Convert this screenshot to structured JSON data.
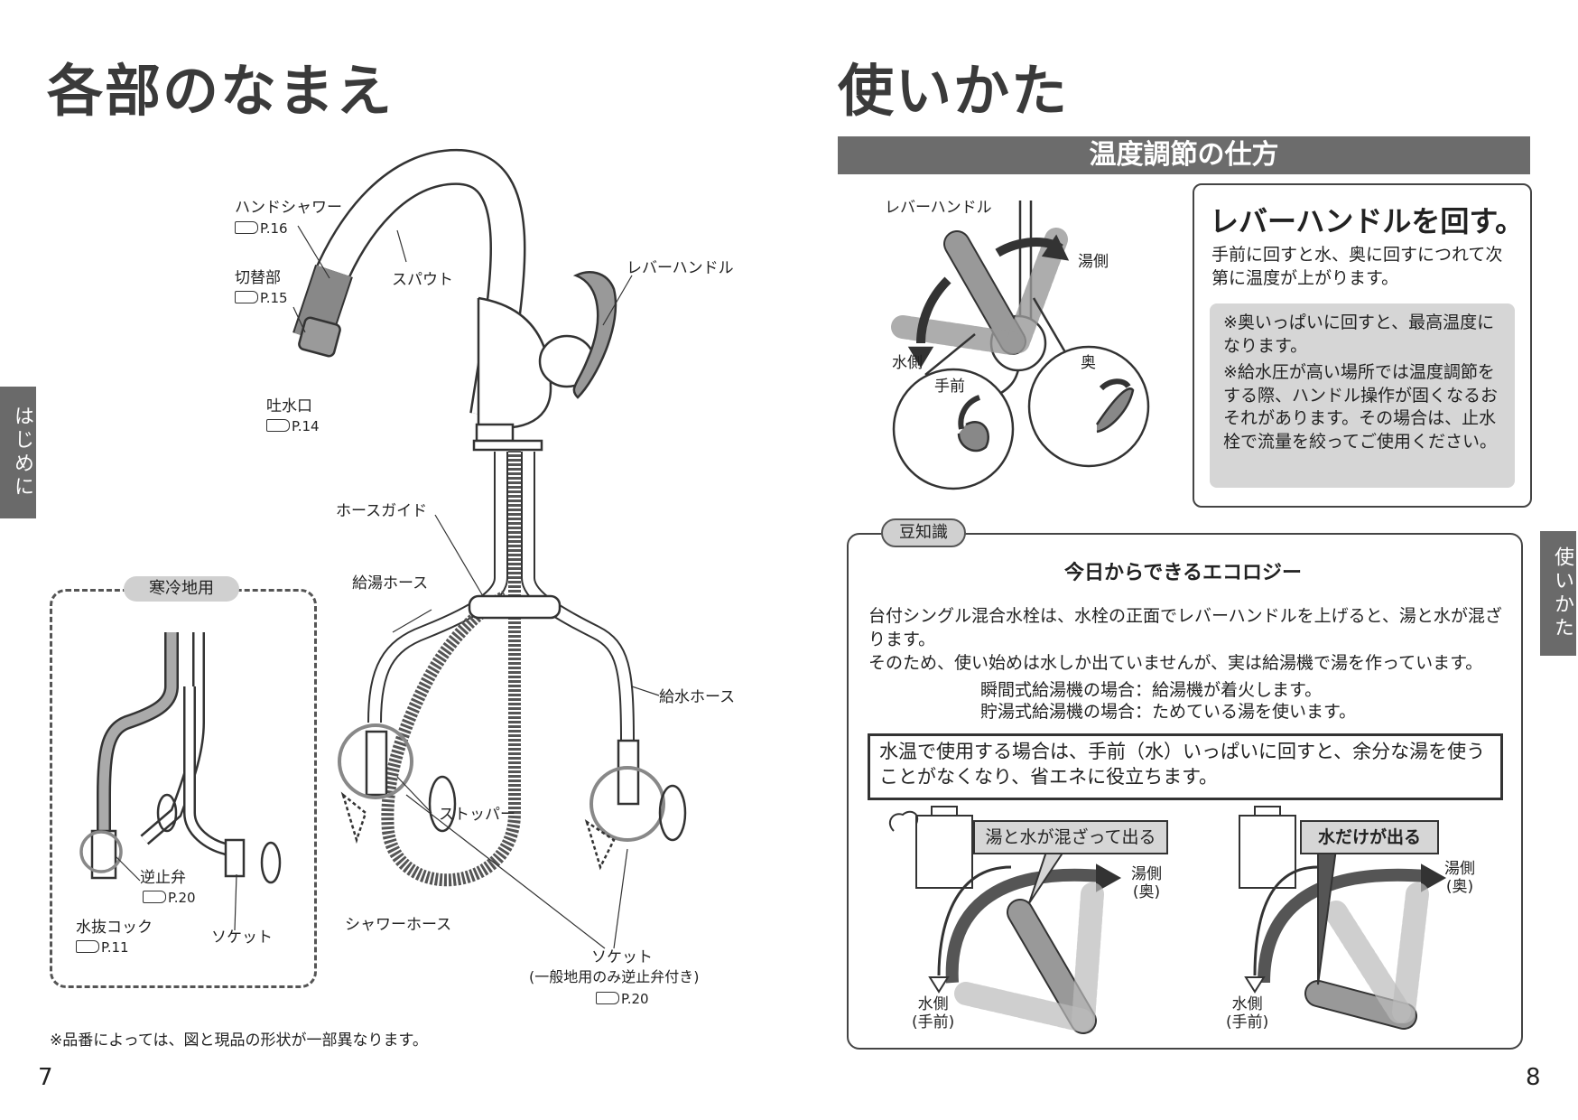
{
  "left": {
    "title": "各部のなまえ",
    "labels": {
      "hand_shower": "ハンドシャワー",
      "hand_shower_ref": "P.16",
      "switch": "切替部",
      "switch_ref": "P.15",
      "spout": "スパウト",
      "lever": "レバーハンドル",
      "outlet": "吐水口",
      "outlet_ref": "P.14",
      "hose_guide": "ホースガイド",
      "hot_hose": "給湯ホース",
      "cold_hose": "給水ホース",
      "stopper": "ストッパー",
      "shower_hose": "シャワーホース",
      "socket": "ソケット",
      "socket_note": "(一般地用のみ逆止弁付き)",
      "socket_ref": "P.20"
    },
    "cold_region": {
      "badge": "寒冷地用",
      "check_valve": "逆止弁",
      "check_valve_ref": "P.20",
      "drain_cock": "水抜コック",
      "drain_cock_ref": "P.11",
      "socket": "ソケット"
    },
    "note": "※品番によっては、図と現品の形状が一部異なります。",
    "page_number": "7",
    "side_tab": "はじめに"
  },
  "right": {
    "title": "使いかた",
    "section_bar": "温度調節の仕方",
    "diagram_labels": {
      "lever": "レバーハンドル",
      "hot_side": "湯側",
      "cold_side": "水側",
      "front": "手前",
      "back": "奥"
    },
    "instruction": {
      "heading": "レバーハンドルを回す。",
      "body": "手前に回すと水、奥に回すにつれて次第に温度が上がります。",
      "notes": [
        "※奥いっぱいに回すと、最高温度になります。",
        "※給水圧が高い場所では温度調節をする際、ハンドル操作が固くなるおそれがあります。その場合は、止水栓で流量を絞ってご使用ください。"
      ]
    },
    "tips": {
      "badge": "豆知識",
      "heading": "今日からできるエコロジー",
      "para1": "台付シングル混合水栓は、水栓の正面でレバーハンドルを上げると、湯と水が混ざります。",
      "para2": "そのため、使い始めは水しか出ていませんが、実は給湯機で湯を作っています。",
      "instant": "瞬間式給湯機の場合：給湯機が着火します。",
      "storage": "貯湯式給湯機の場合：ためている湯を使います。",
      "highlight": "水温で使用する場合は、手前（水）いっぱいに回すと、余分な湯を使うことがなくなり、省エネに役立ちます。",
      "left_callout": "湯と水が混ざって出る",
      "right_callout": "水だけが出る",
      "hot_back": "湯側\n(奥)",
      "cold_front": "水側\n(手前)"
    },
    "page_number": "8",
    "side_tab": "使いかた"
  }
}
